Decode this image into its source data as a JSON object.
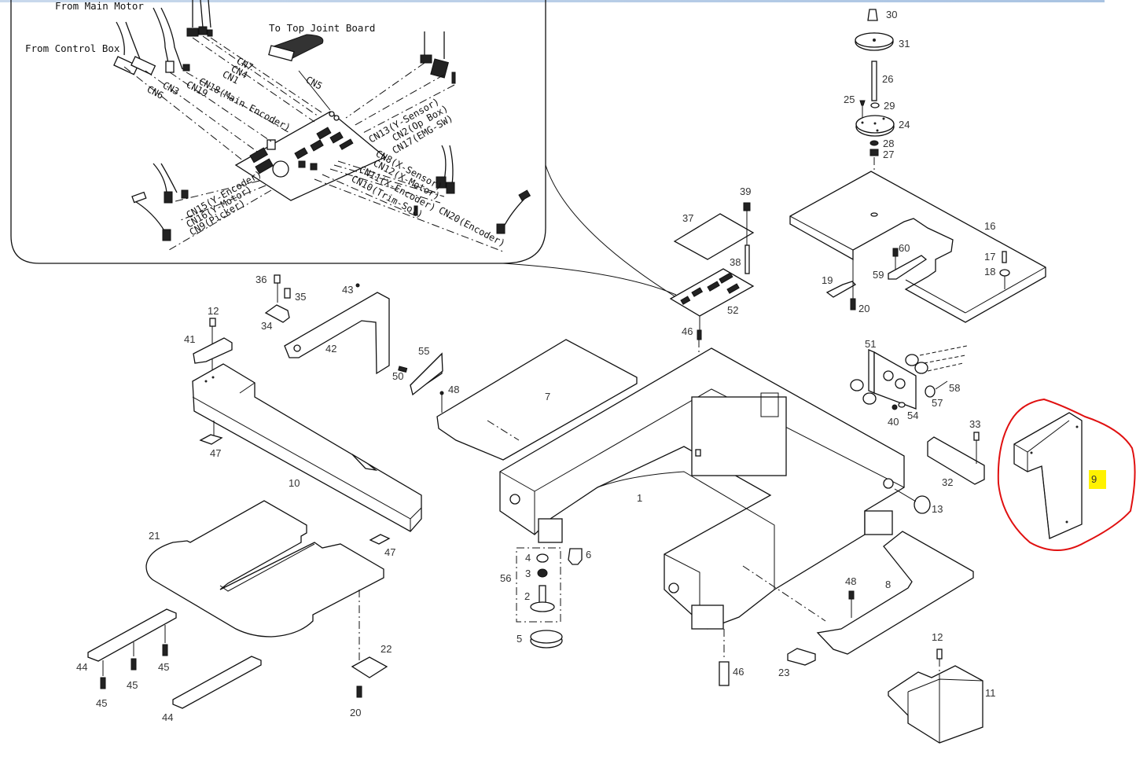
{
  "diagram": {
    "title": "Base assembly exploded parts diagram",
    "wiring_inset": {
      "labels": {
        "from_main_motor": "From Main Motor",
        "from_control_box": "From Control Box",
        "to_top_joint_board": "To Top Joint Board"
      },
      "connectors_left": [
        "CN7",
        "CN4",
        "CN1",
        "CN18(Main Encoder)",
        "CN19",
        "CN3",
        "CN6"
      ],
      "connector_top": "CN5",
      "connectors_right_top": [
        "CN13(Y-Sensor)",
        "CN2(Op Box)",
        "CN17(EMG-SW)"
      ],
      "connectors_right_bottom": [
        "CN8(X-Sensor)",
        "CN12(X-Motor)",
        "CN11(X-Encoder)",
        "CN10(Trim-Sol)",
        "CN20(Encoder)"
      ],
      "connectors_left_bottom": [
        "CN15(Y-Encoder)",
        "CN16(Y-Motor)",
        "CN9(Picker)"
      ]
    },
    "parts": {
      "p1": "1",
      "p2": "2",
      "p3": "3",
      "p4": "4",
      "p5": "5",
      "p6": "6",
      "p7": "7",
      "p8": "8",
      "p9": "9",
      "p10": "10",
      "p11": "11",
      "p12a": "12",
      "p12b": "12",
      "p13": "13",
      "p16": "16",
      "p17": "17",
      "p18": "18",
      "p19": "19",
      "p20a": "20",
      "p20b": "20",
      "p21": "21",
      "p22": "22",
      "p23": "23",
      "p24": "24",
      "p25": "25",
      "p26": "26",
      "p27": "27",
      "p28": "28",
      "p29": "29",
      "p30": "30",
      "p31": "31",
      "p32": "32",
      "p33": "33",
      "p34": "34",
      "p35": "35",
      "p36": "36",
      "p37": "37",
      "p38": "38",
      "p39": "39",
      "p40": "40",
      "p41": "41",
      "p42": "42",
      "p43": "43",
      "p44a": "44",
      "p44b": "44",
      "p45a": "45",
      "p45b": "45",
      "p45c": "45",
      "p46a": "46",
      "p46b": "46",
      "p47a": "47",
      "p47b": "47",
      "p48a": "48",
      "p48b": "48",
      "p50": "50",
      "p51": "51",
      "p52": "52",
      "p54": "54",
      "p55": "55",
      "p56": "56",
      "p57": "57",
      "p58": "58",
      "p59": "59",
      "p60": "60"
    },
    "highlight": {
      "part_number": "9",
      "circle_color": "#e01010",
      "highlight_color": "#fff200"
    }
  }
}
